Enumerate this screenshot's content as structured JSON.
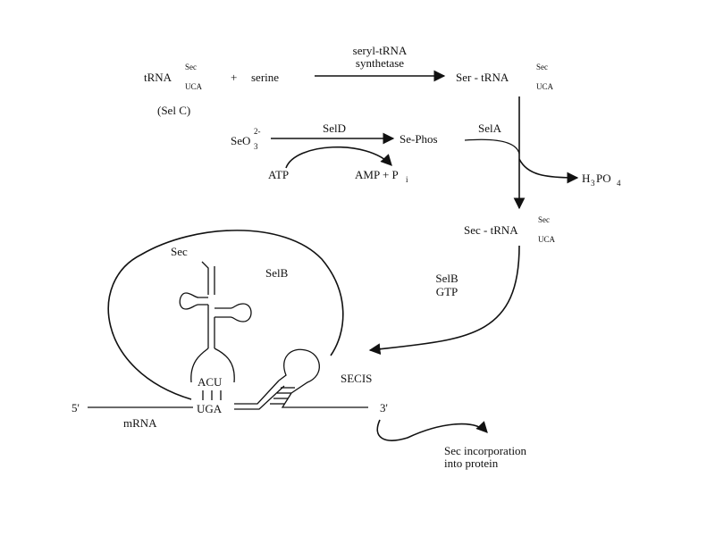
{
  "trna": {
    "main": "tRNA",
    "sup": "Sec",
    "sub": "UCA"
  },
  "plus": "+",
  "serine": "serine",
  "enzyme_line1": "seryl-tRNA",
  "enzyme_line2": "synthetase",
  "ser_trna": {
    "main": "Ser - tRNA",
    "sup": "Sec",
    "sub": "UCA"
  },
  "selc": "(Sel C)",
  "seo3": {
    "main": "SeO",
    "sub": "3",
    "sup": "2-"
  },
  "seld": "SelD",
  "sephos": "Se-Phos",
  "sela": "SelA",
  "atp": "ATP",
  "amp_pi": {
    "main": "AMP + P",
    "sub": "i"
  },
  "h3po4": {
    "a": "H",
    "a_sub": "3",
    "b": "PO",
    "b_sub": "4"
  },
  "sec_trna": {
    "main": "Sec - tRNA",
    "sup": "Sec",
    "sub": "UCA"
  },
  "sec_label": "Sec",
  "selb_complex": "SelB",
  "selb_gtp_1": "SelB",
  "selb_gtp_2": "GTP",
  "acu": "ACU",
  "uga": "UGA",
  "secis": "SECIS",
  "five_prime": "5'",
  "three_prime": "3'",
  "mrna": "mRNA",
  "incorp_1": "Sec incorporation",
  "incorp_2": "into protein"
}
